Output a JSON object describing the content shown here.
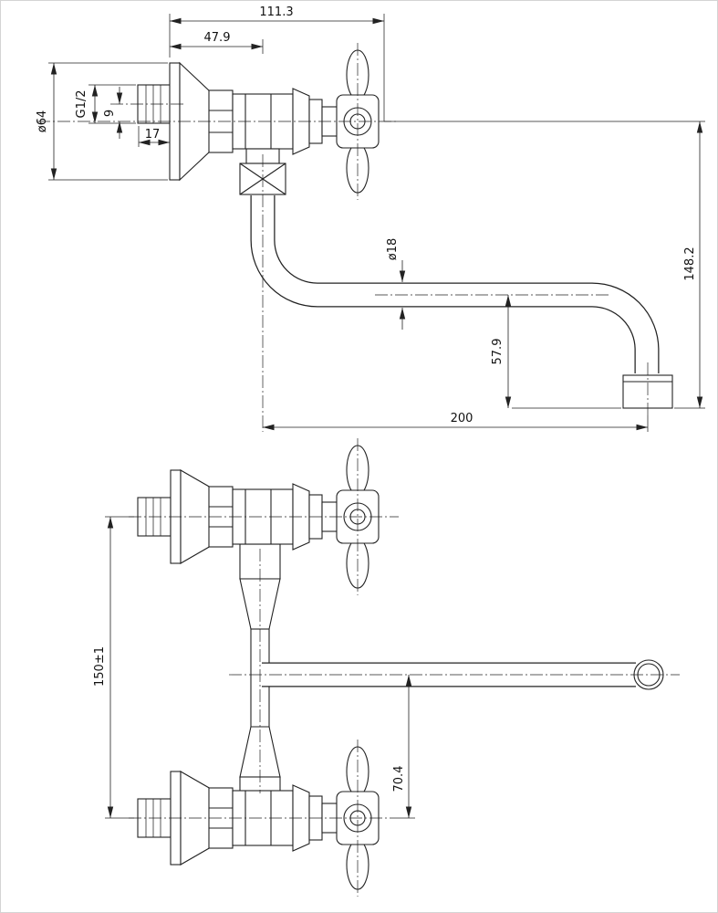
{
  "drawing": {
    "type": "faucet-dimensional-drawing",
    "colors": {
      "line": "#222222",
      "background": "#ffffff"
    },
    "view_top": {
      "dim_width_total": "111.3",
      "dim_wall_to_spout_axis": "47.9",
      "dim_inlet_thread": "G1/2",
      "dim_axis_offset": "9",
      "dim_flange_diameter": "ø64",
      "dim_stub_length": "17",
      "dim_spout_tube_diameter": "ø18",
      "dim_height_total": "148.2",
      "dim_spout_drop": "57.9",
      "dim_spout_reach": "200"
    },
    "view_bottom": {
      "dim_inlet_center_distance": "150±1",
      "dim_spout_to_lower_axis": "70.4"
    }
  }
}
